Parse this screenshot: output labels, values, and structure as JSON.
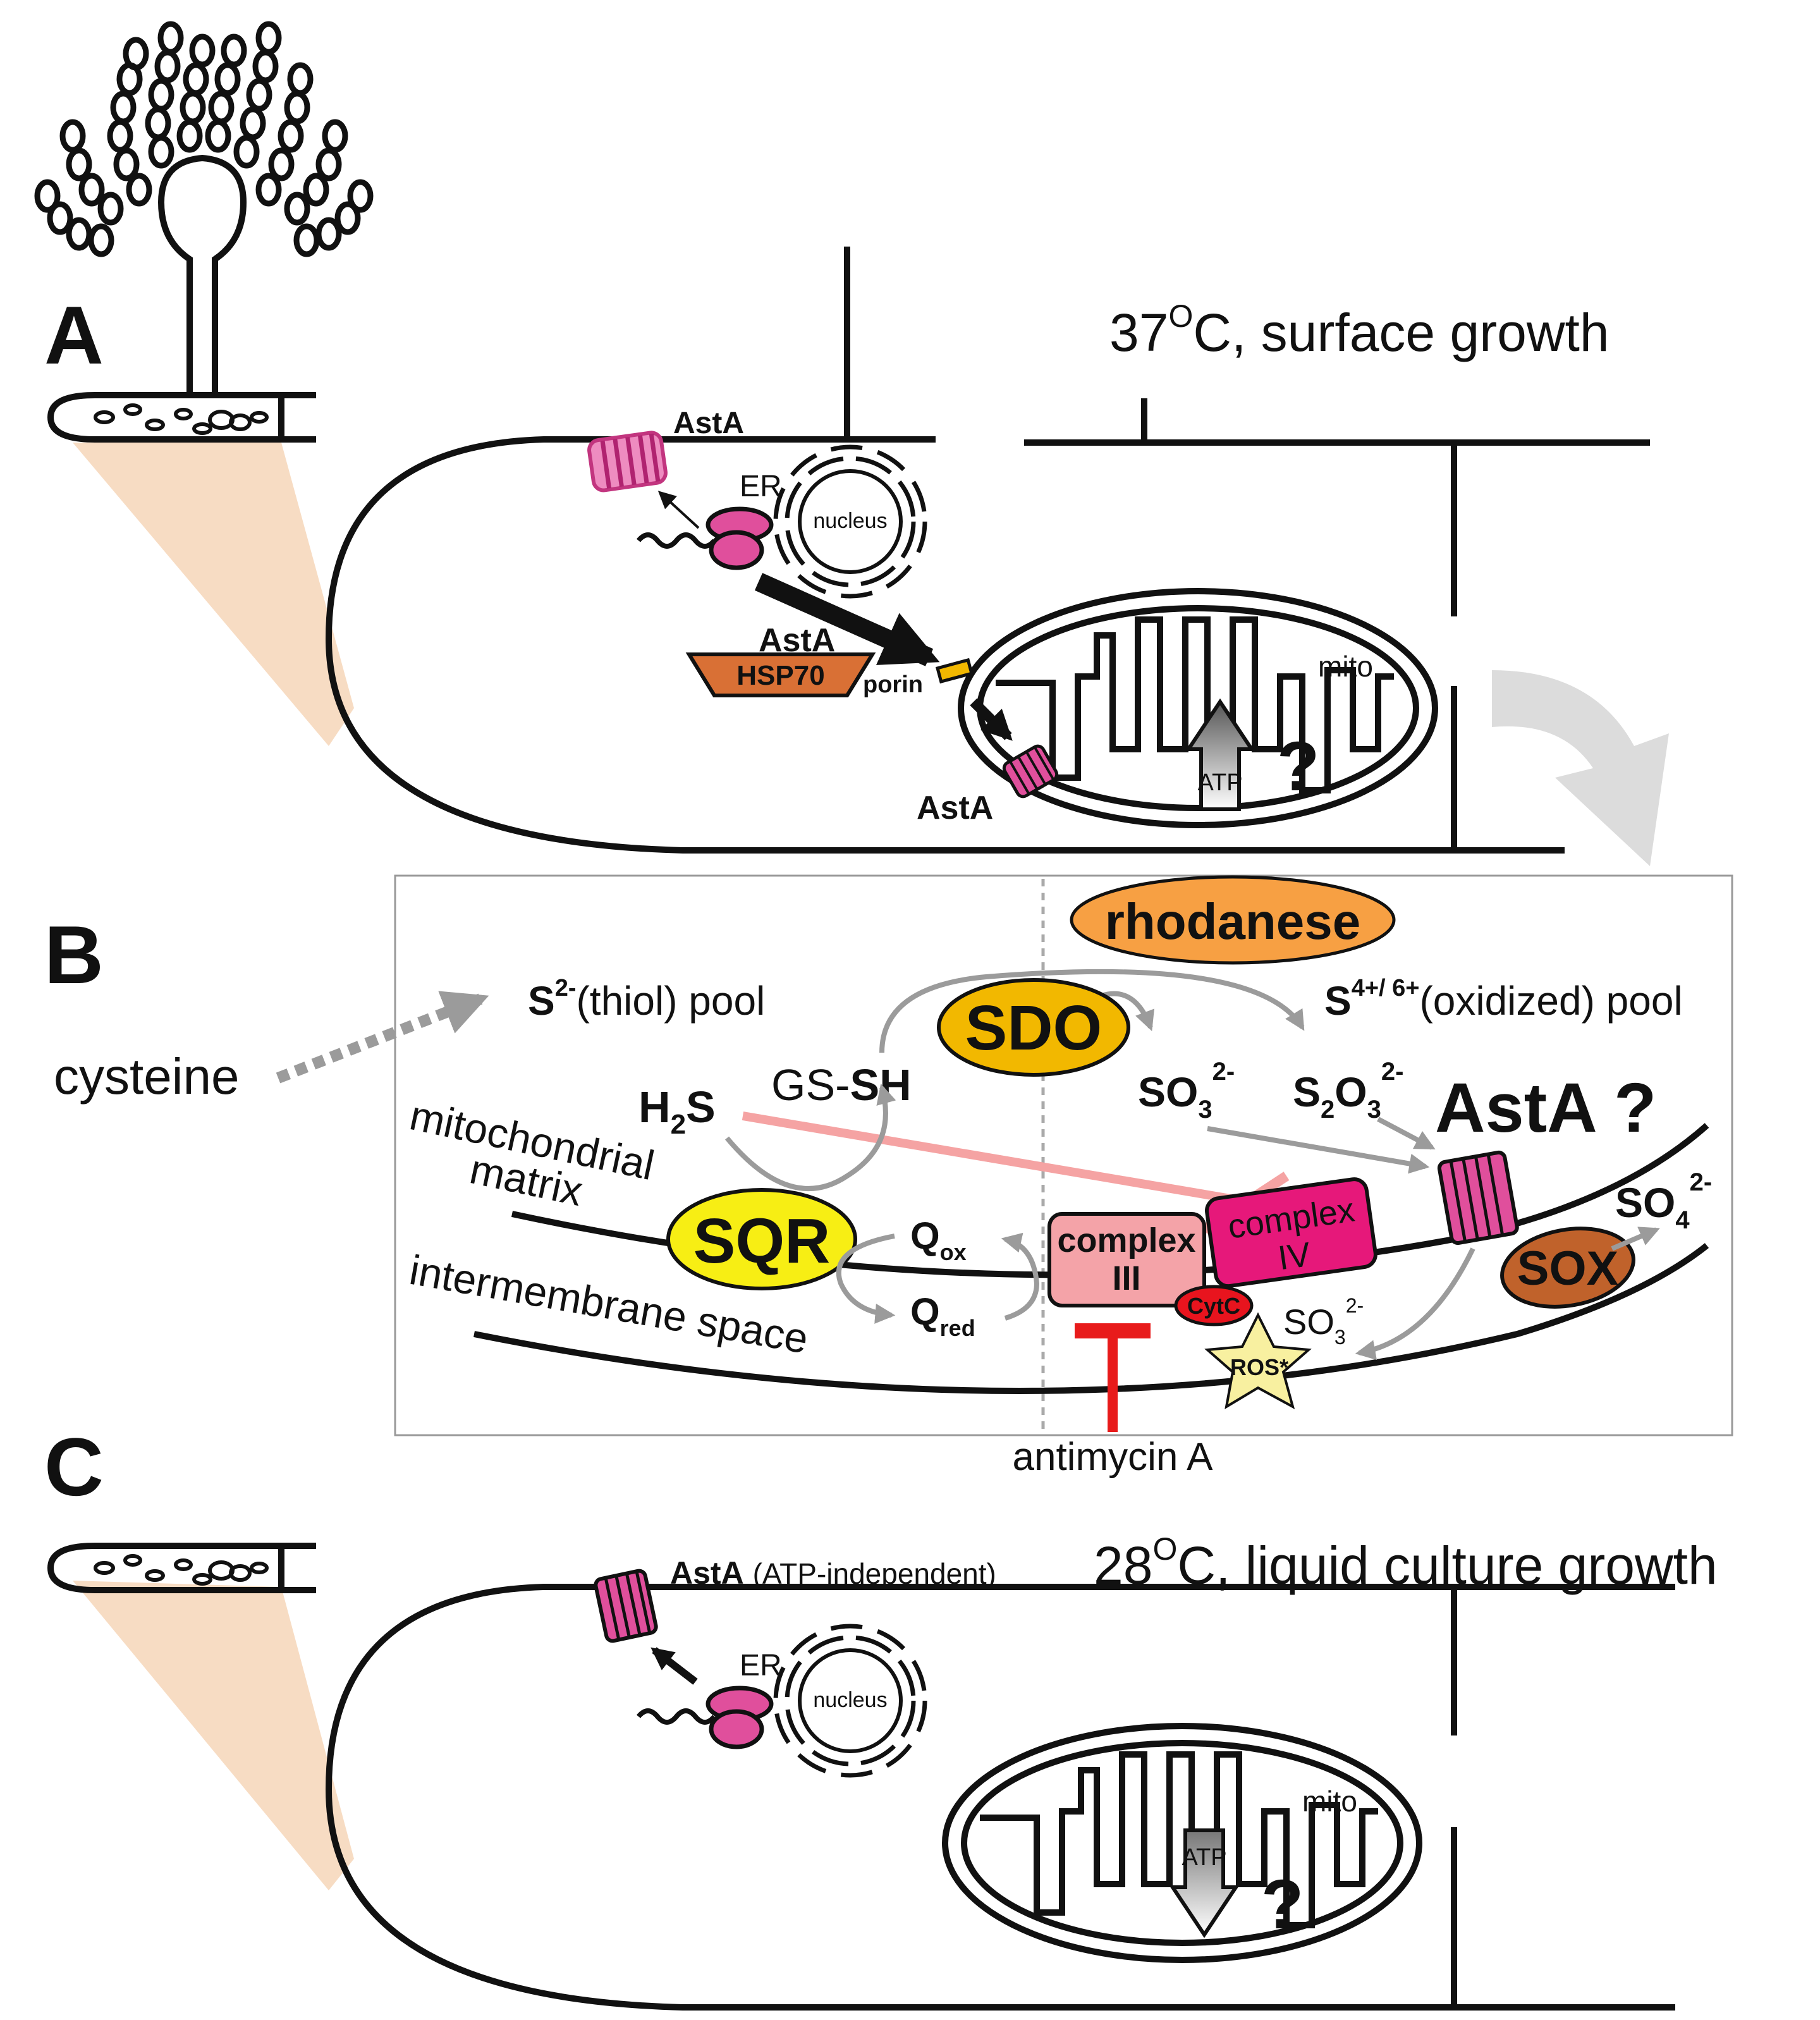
{
  "panel_a": {
    "letter": "A",
    "condition": "37",
    "condition_unit": "C, surface growth",
    "degree_symbol": "O",
    "asta_membrane": "AstA",
    "er": "ER",
    "nucleus": "nucleus",
    "asta_chaperoned": "AstA",
    "hsp70": "HSP70",
    "porin": "porin",
    "mito": "mito",
    "asta_mito": "AstA",
    "atp": "ATP",
    "question": "?"
  },
  "panel_b": {
    "letter": "B",
    "cysteine": "cysteine",
    "thiol_s": "S",
    "thiol_charge": "2-",
    "thiol_pool": "(thiol) pool",
    "oxidized_s": "S",
    "oxidized_charge": "4+/ 6+",
    "oxidized_pool": "(oxidized) pool",
    "rhodanese": "rhodanese",
    "sdo": "SDO",
    "gs": "GS-",
    "sh": "SH",
    "h2s_h": "H",
    "h2s_2": "2",
    "h2s_s": "S",
    "so3_a": "SO",
    "so3_a_sub": "3",
    "so3_a_charge": "2-",
    "s2o3_s": "S",
    "s2o3_s_sub": "2",
    "s2o3_o": "O",
    "s2o3_o_sub": "3",
    "s2o3_charge": "2-",
    "asta_q": "AstA ?",
    "mito_matrix_1": "mitochondrial",
    "mito_matrix_2": "matrix",
    "intermembrane": "intermembrane space",
    "sqr": "SQR",
    "q_ox": "Q",
    "q_ox_sub": "ox",
    "q_red": "Q",
    "q_red_sub": "red",
    "complex_iii_1": "complex",
    "complex_iii_2": "III",
    "complex_iv_1": "complex",
    "complex_iv_2": "IV",
    "cytc": "CytC",
    "so3_b": "SO",
    "so3_b_sub": "3",
    "so3_b_charge": "2-",
    "ros": "ROS*",
    "sox": "SOX",
    "so4": "SO",
    "so4_sub": "4",
    "so4_charge": "2-",
    "antimycin": "antimycin A"
  },
  "panel_c": {
    "letter": "C",
    "asta": "AstA",
    "atp_independent": "(ATP-independent)",
    "condition": "28",
    "condition_unit": "C, liquid culture growth",
    "degree_symbol": "O",
    "er": "ER",
    "nucleus": "nucleus",
    "mito": "mito",
    "atp": "ATP",
    "question": "?"
  },
  "colors": {
    "hypha_fill": "#f7dcc3",
    "asta_pink": "#e04f9c",
    "asta_light": "#ee8cc0",
    "rhodanese": "#f7a043",
    "sdo": "#f2b800",
    "sqr": "#f7ee14",
    "complex_iii": "#f4a3a8",
    "complex_iv": "#e6187a",
    "cytc": "#e8141e",
    "ros": "#f8f0a0",
    "sox": "#c0622b",
    "inhibitor_red": "#e81b1b",
    "h2s_inhibit": "#f5a3a3",
    "hsp70": "#d97035",
    "arrow_grey": "#9b9b9b"
  }
}
